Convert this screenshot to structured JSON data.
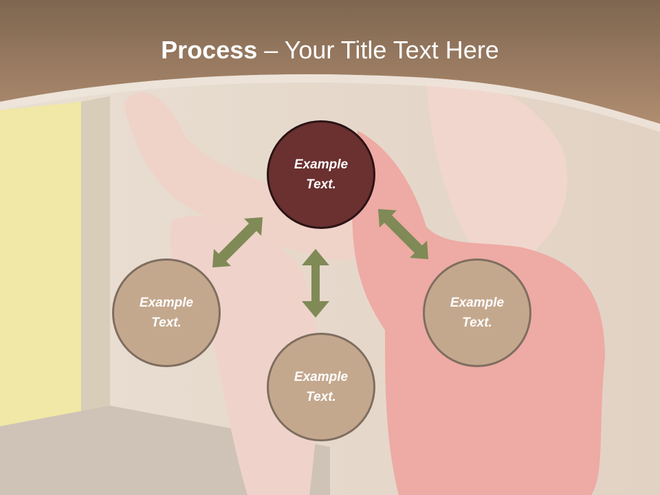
{
  "slide": {
    "title_bold": "Process",
    "title_rest": " – Your Title Text Here"
  },
  "nodes": {
    "top": {
      "line1": "Example",
      "line2": "Text."
    },
    "left": {
      "line1": "Example",
      "line2": "Text."
    },
    "right": {
      "line1": "Example",
      "line2": "Text."
    },
    "bottom": {
      "line1": "Example",
      "line2": "Text."
    }
  },
  "colors": {
    "header_band": "#a3826a",
    "center_node": "#6b3030",
    "outer_nodes": "#c4a88e",
    "arrows": "#7f8a56"
  }
}
